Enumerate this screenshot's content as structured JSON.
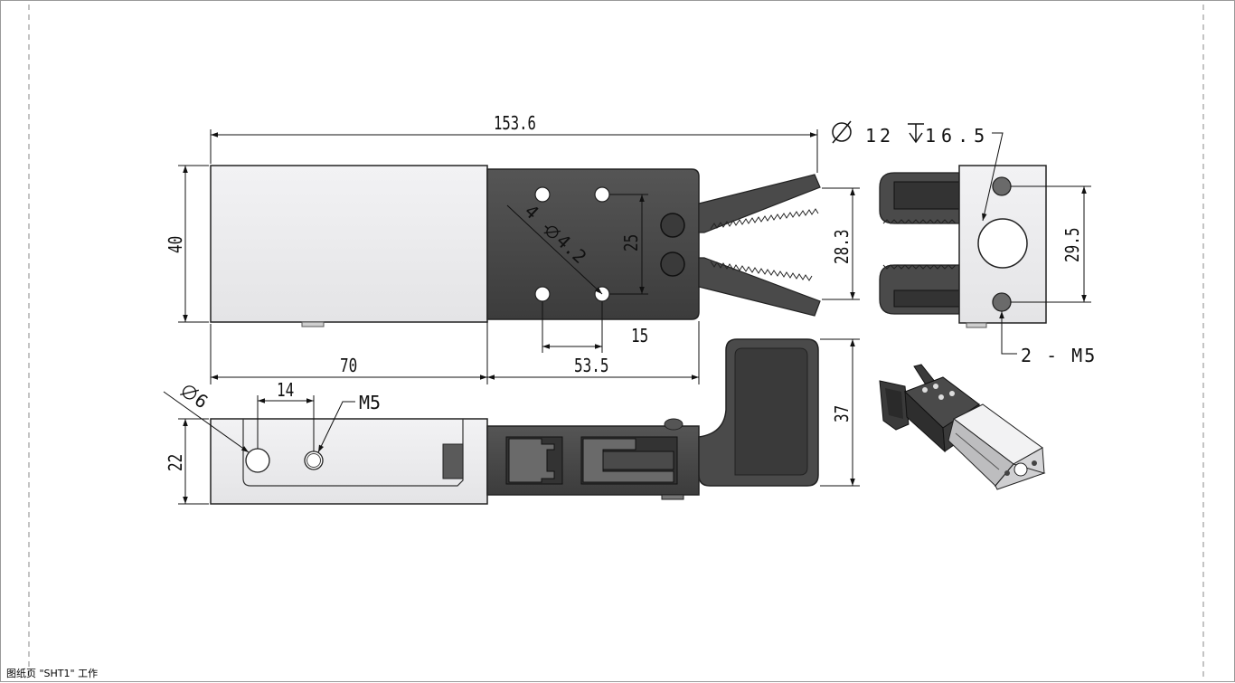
{
  "sheet": {
    "status_text": "图纸页 \"SHT1\" 工作"
  },
  "dimensions": {
    "overall_length": "153.6",
    "body_height": "40",
    "body_length": "70",
    "jaw_length": "53.5",
    "hole_spacing_v": "25",
    "hole_offset_h": "15",
    "hole_note_count": "4 -",
    "hole_note_dia": "4.2",
    "jaw_opening": "28.3",
    "side_height": "22",
    "side_hole_spacing": "14",
    "side_hole_dia": "6",
    "side_thread": "M5",
    "lever_height": "37",
    "end_bore": "12",
    "end_bore_depth": "16.5",
    "end_hole_spacing": "29.5",
    "end_thread_note": "2 - M5"
  },
  "colors": {
    "line": "#111111",
    "body_fill": "#ebebed",
    "part_dark": "#4a4a4a",
    "part_darker": "#3a3a3a",
    "frame": "#9a9a9a"
  },
  "icons": {
    "diameter_symbol": "diameter-icon",
    "depth_symbol": "depth-icon"
  }
}
